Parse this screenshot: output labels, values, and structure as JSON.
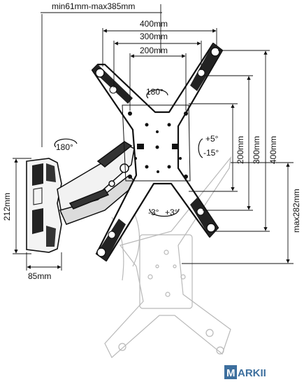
{
  "diagram": {
    "dimensions": {
      "arm_reach": "min61mm-max385mm",
      "width_400": "400mm",
      "width_300": "300mm",
      "width_200": "200mm",
      "height_200": "200mm",
      "height_300": "300mm",
      "height_400": "400mm",
      "wall_plate_height": "212mm",
      "wall_plate_width": "85mm",
      "max_height": "max282mm"
    },
    "angles": {
      "swivel_top": "180°",
      "swivel_arm": "180°",
      "tilt_up": "+5°",
      "tilt_down": "-15°",
      "rotate_left": "-3°",
      "rotate_right": "+3°"
    },
    "logo": {
      "boxed_letter": "M",
      "text": "ARKII"
    }
  }
}
